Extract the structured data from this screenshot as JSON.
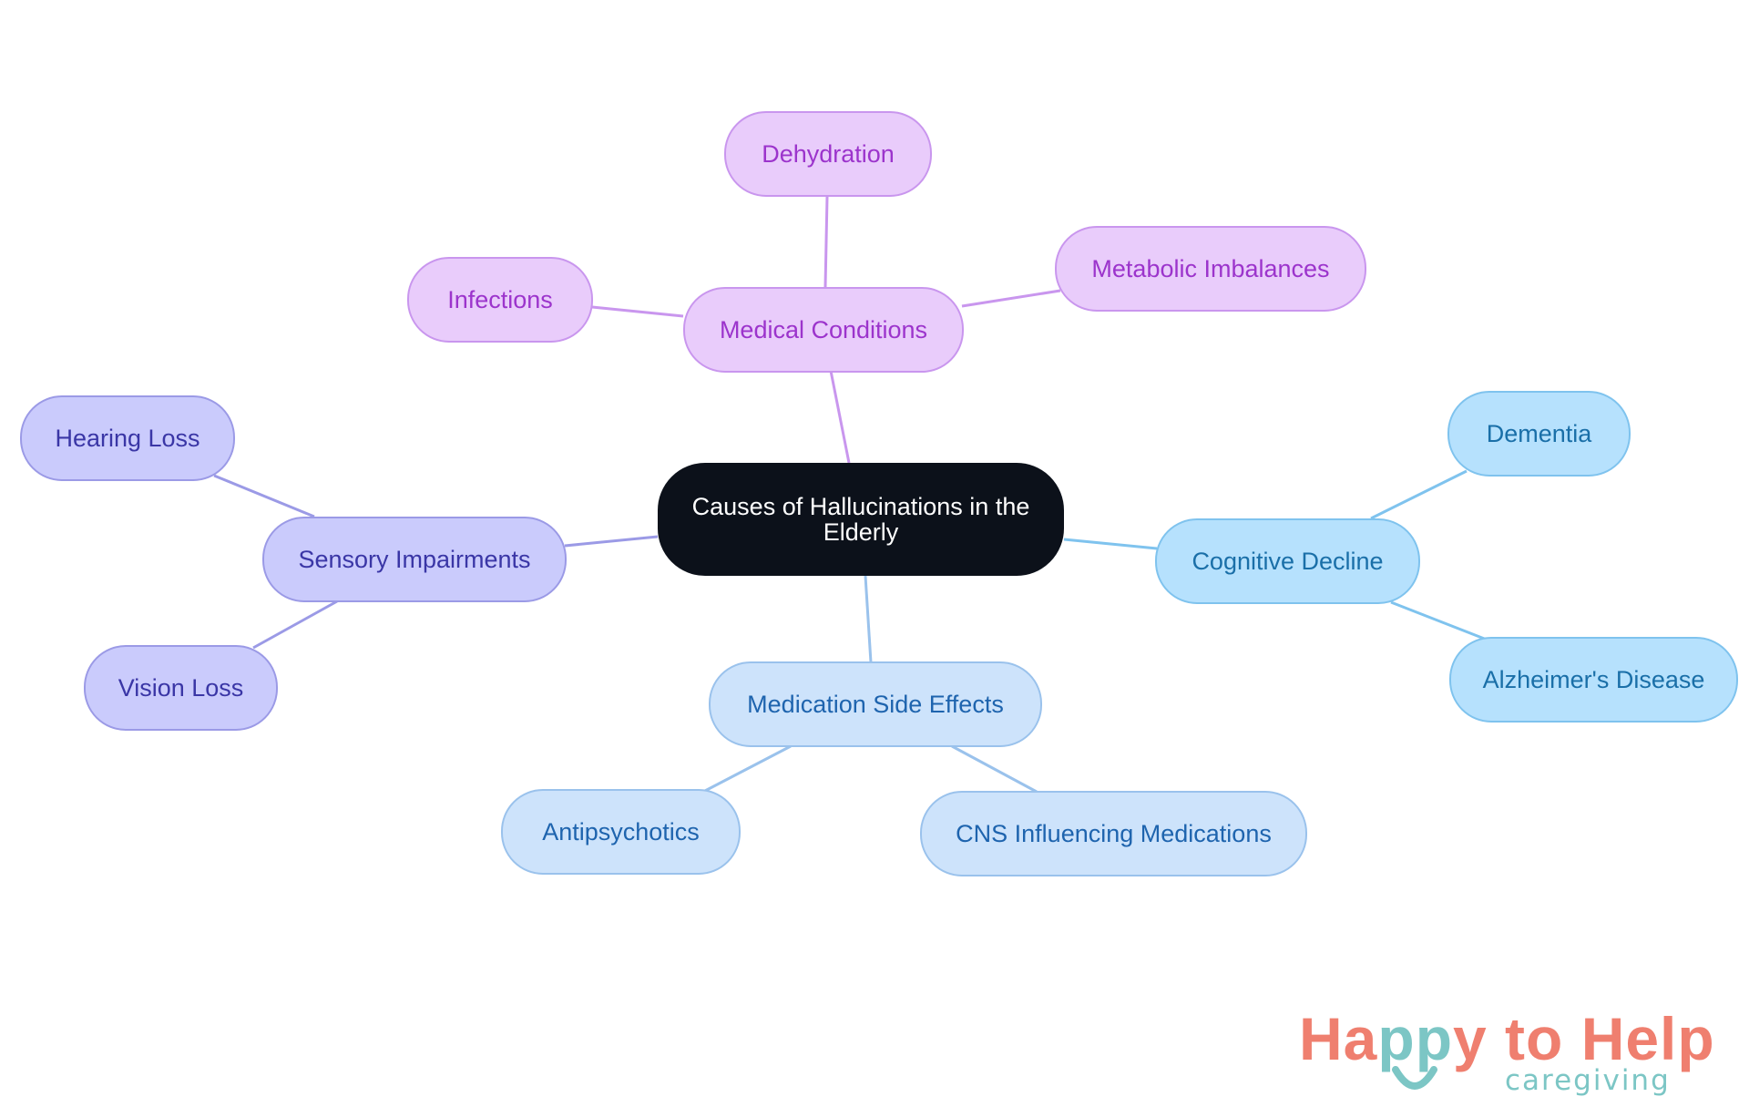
{
  "diagram": {
    "root": {
      "label": "Causes of Hallucinations in the Elderly"
    },
    "branches": {
      "medical_conditions": {
        "label": "Medical Conditions",
        "color": "#c996ee",
        "children": [
          "Dehydration",
          "Metabolic Imbalances",
          "Infections"
        ]
      },
      "sensory_impairments": {
        "label": "Sensory Impairments",
        "color": "#9b9ae6",
        "children": [
          "Hearing Loss",
          "Vision Loss"
        ]
      },
      "cognitive_decline": {
        "label": "Cognitive Decline",
        "color": "#7fc3ee",
        "children": [
          "Dementia",
          "Alzheimer's Disease"
        ]
      },
      "medication_side_effects": {
        "label": "Medication Side Effects",
        "color": "#9ac2ec",
        "children": [
          "Antipsychotics",
          "CNS Influencing Medications"
        ]
      }
    }
  },
  "logo": {
    "word_1": "Ha",
    "word_2": "pp",
    "word_3": "y to Help",
    "tagline": "caregiving"
  }
}
